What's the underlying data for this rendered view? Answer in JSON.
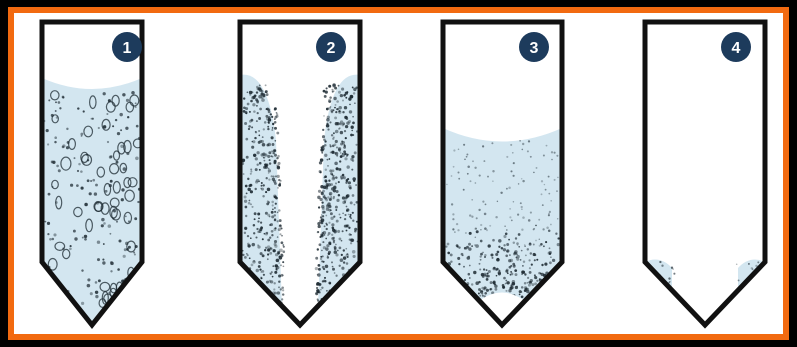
{
  "colors": {
    "background": "#000000",
    "frame_border": "#f26a10",
    "panel": "#ffffff",
    "vessel_outline": "#111111",
    "liquid": "#d3e6f0",
    "particle": "#1e2b33",
    "badge": "#1d3b5c",
    "badge_text": "#ffffff"
  },
  "stages": [
    {
      "number": "1"
    },
    {
      "number": "2"
    },
    {
      "number": "3"
    },
    {
      "number": "4"
    }
  ]
}
